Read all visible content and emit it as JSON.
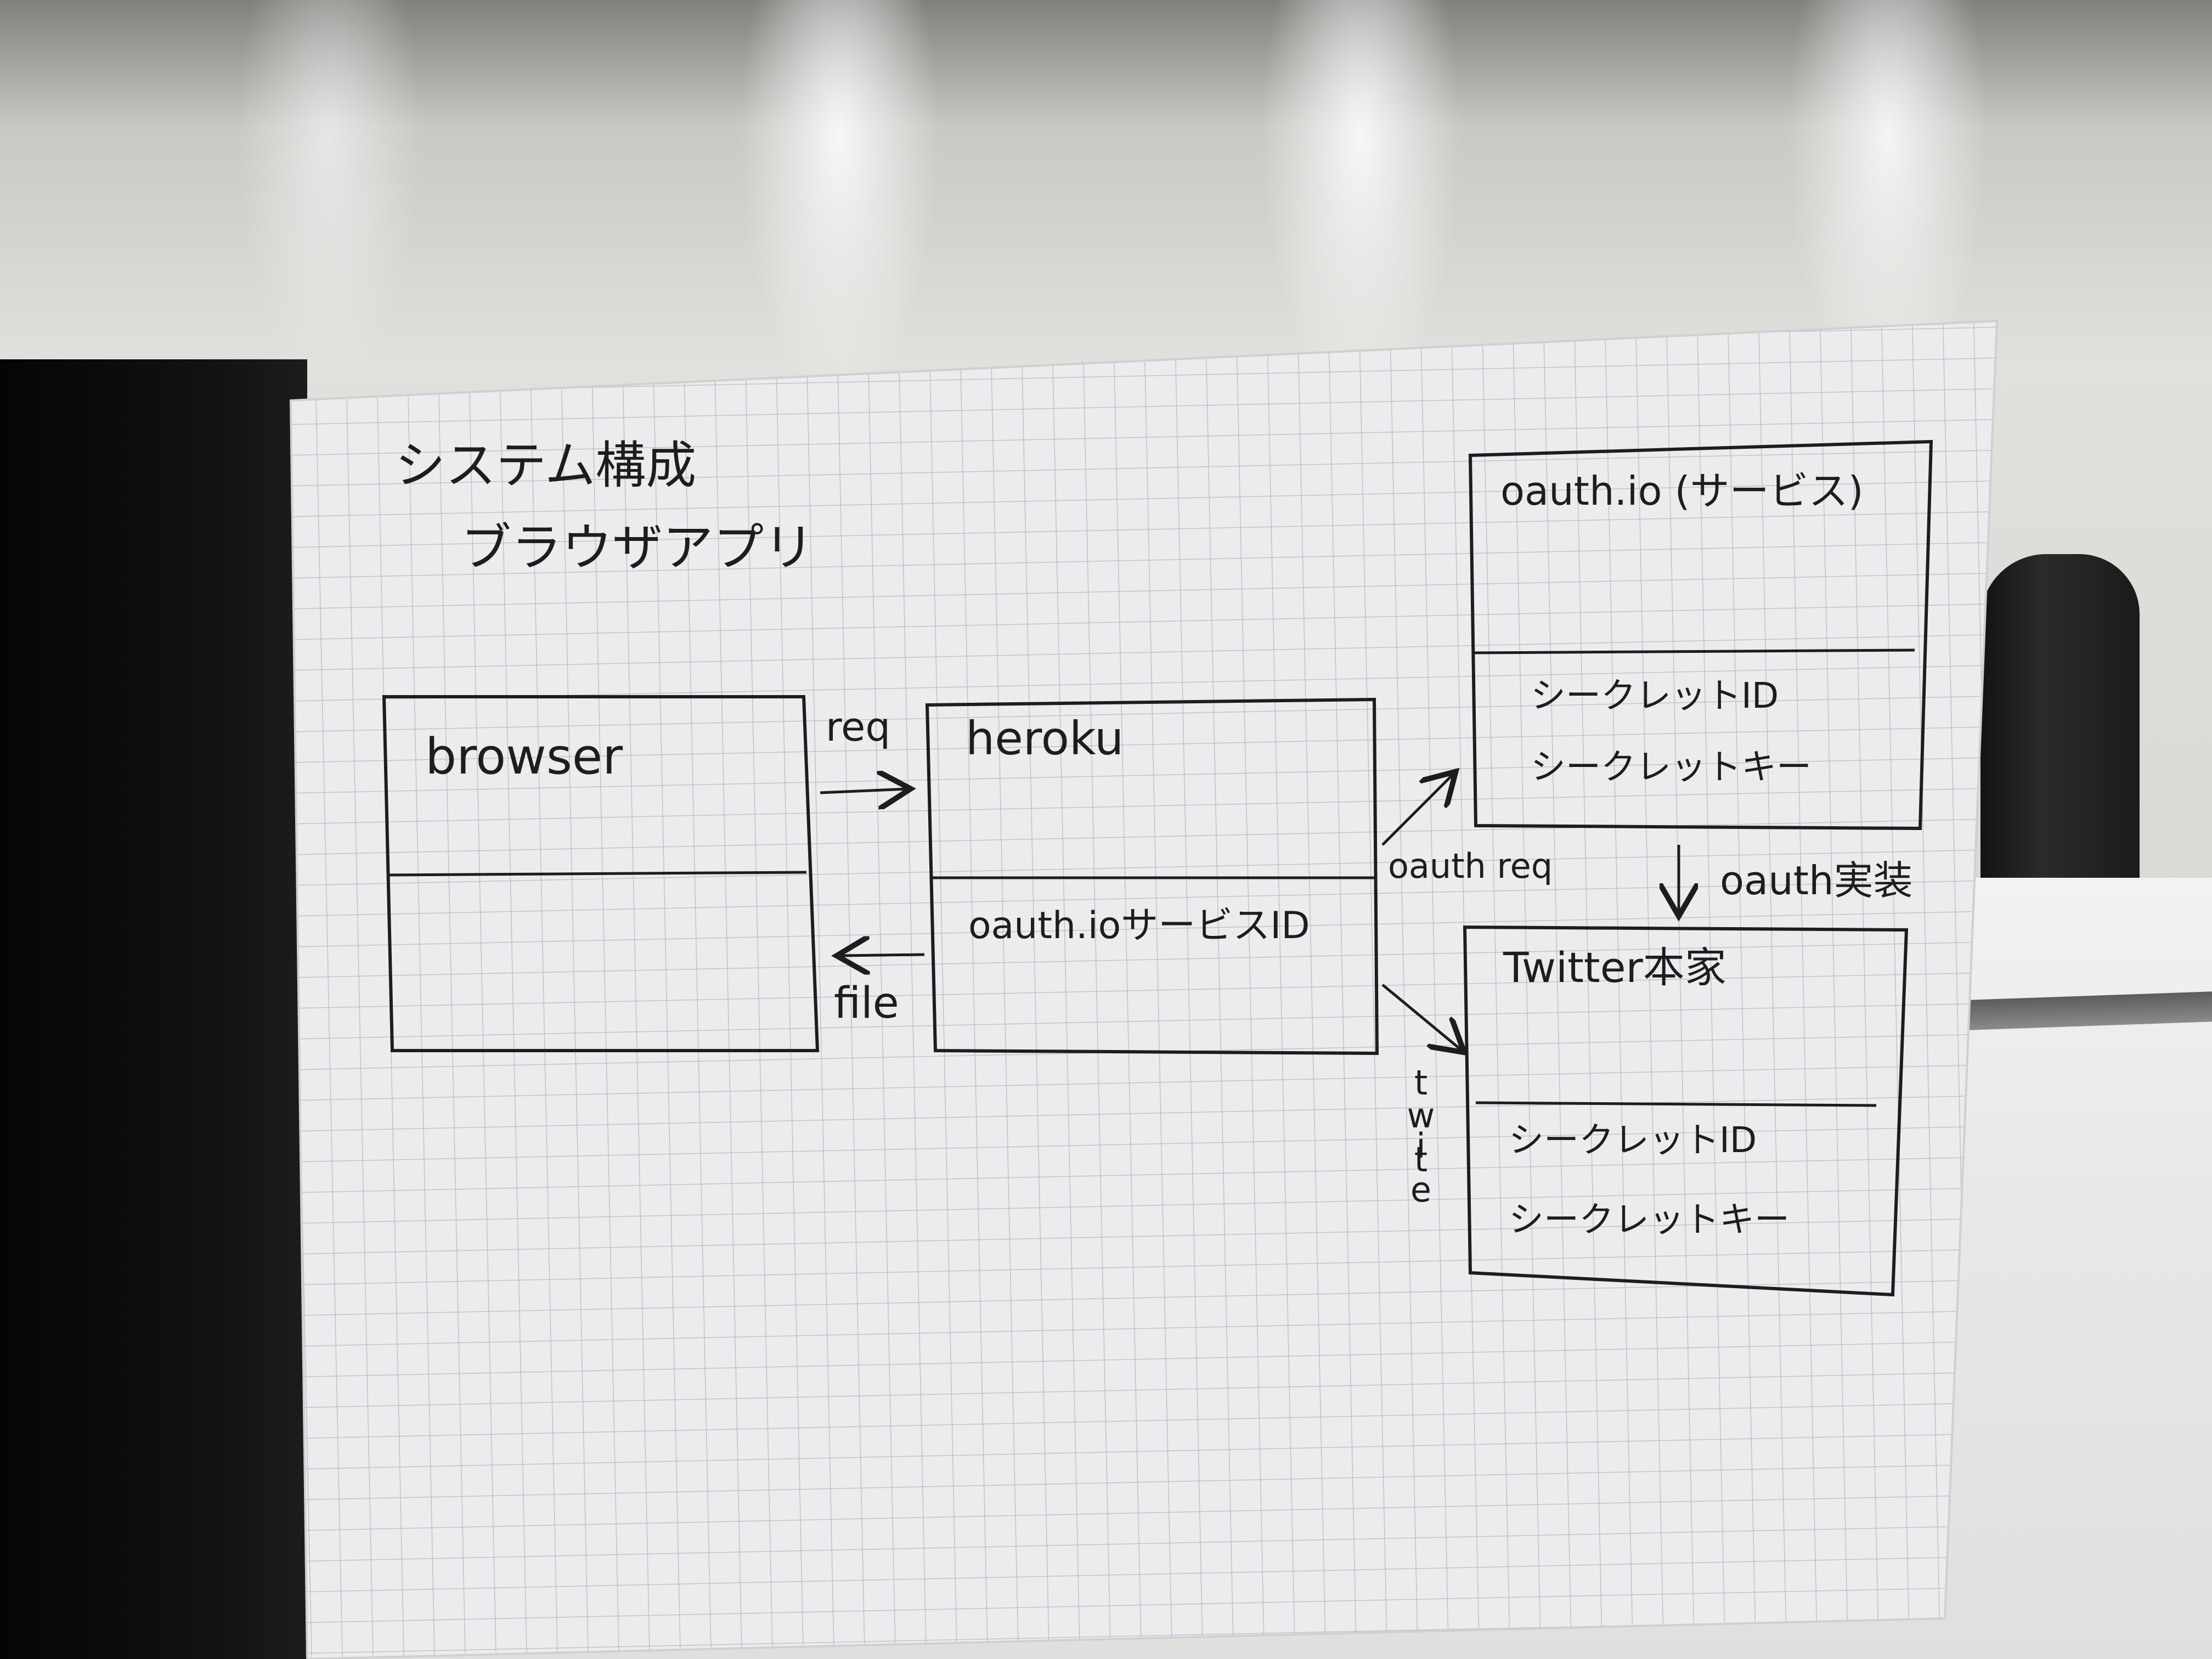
{
  "title": {
    "line1": "システム構成",
    "line2": "ブラウザアプリ"
  },
  "boxes": {
    "browser": {
      "name": "browser"
    },
    "heroku": {
      "name": "heroku",
      "item": "oauth.ioサービスID"
    },
    "oauth": {
      "name": "oauth.io (サービス)",
      "items": [
        "シークレットID",
        "シークレットキー"
      ]
    },
    "twitter": {
      "name": "Twitter本家",
      "items": [
        "シークレットID",
        "シークレットキー"
      ]
    }
  },
  "arrows": {
    "req": "req",
    "file": "file",
    "oauth_req": "oauth req",
    "oauth_impl": "oauth実装",
    "twite": [
      "t",
      "w",
      "i",
      "t",
      "e"
    ]
  },
  "colors": {
    "ink": "#1d1d1f",
    "grid": "#b9bcc2",
    "paper": "#ececee"
  }
}
